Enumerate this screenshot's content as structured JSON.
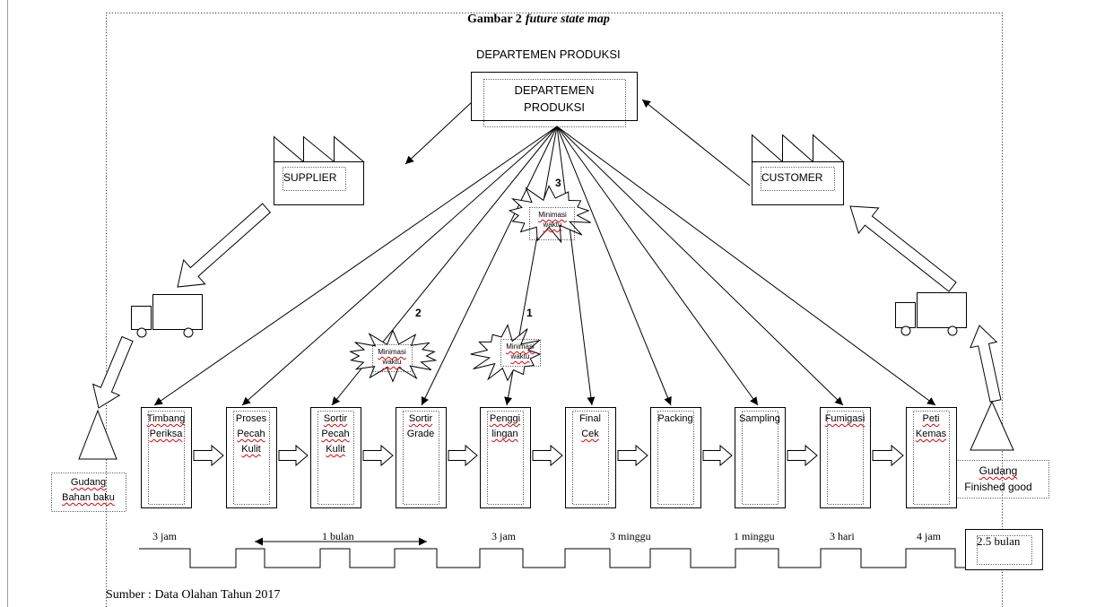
{
  "figure": {
    "caption_prefix": "Gambar 2",
    "caption_italic": "future state map",
    "source": "Sumber : Data Olahan Tahun 2017"
  },
  "control": {
    "heading": "DEPARTEMEN PRODUKSI",
    "box_lines": [
      "DEPARTEMEN",
      "PRODUKSI"
    ]
  },
  "supplier": {
    "label": "SUPPLIER",
    "icon": "factory-icon"
  },
  "customer": {
    "label": "CUSTOMER",
    "icon": "factory-icon"
  },
  "inventory": {
    "raw": {
      "lines": [
        "Gudang",
        "Bahan baku"
      ],
      "icon": "inventory-triangle-icon"
    },
    "finished": {
      "lines": [
        "Gudang",
        "Finished good"
      ],
      "icon": "inventory-triangle-icon"
    }
  },
  "shipments": [
    "truck-icon",
    "truck-icon"
  ],
  "processes": [
    {
      "lines": [
        "Timbang",
        "Periksa"
      ]
    },
    {
      "lines": [
        "Proses",
        "Pecah",
        "Kulit"
      ]
    },
    {
      "lines": [
        "Sortir",
        "Pecah",
        "Kulit"
      ]
    },
    {
      "lines": [
        "Sortir",
        "Grade"
      ]
    },
    {
      "lines": [
        "Penggi",
        "lingan"
      ]
    },
    {
      "lines": [
        "Final",
        "Cek"
      ]
    },
    {
      "lines": [
        "Packing"
      ]
    },
    {
      "lines": [
        "Sampling"
      ]
    },
    {
      "lines": [
        "Fumigasi"
      ]
    },
    {
      "lines": [
        "Peti",
        "Kemas"
      ]
    }
  ],
  "kaizen": [
    {
      "number": "3",
      "lines": [
        "Minimasi",
        "waktu"
      ]
    },
    {
      "number": "2",
      "lines": [
        "Minimasi",
        "waktu"
      ]
    },
    {
      "number": "1",
      "lines": [
        "Minimasi",
        "waktu"
      ]
    }
  ],
  "timeline": {
    "labels": [
      "3 jam",
      "1 bulan",
      "3 jam",
      "3 minggu",
      "1 minggu",
      "3 hari",
      "4 jam"
    ],
    "total": "2.5 bulan"
  },
  "colors": {
    "line": "#000000",
    "spellcheck_underline": "#e00000"
  }
}
